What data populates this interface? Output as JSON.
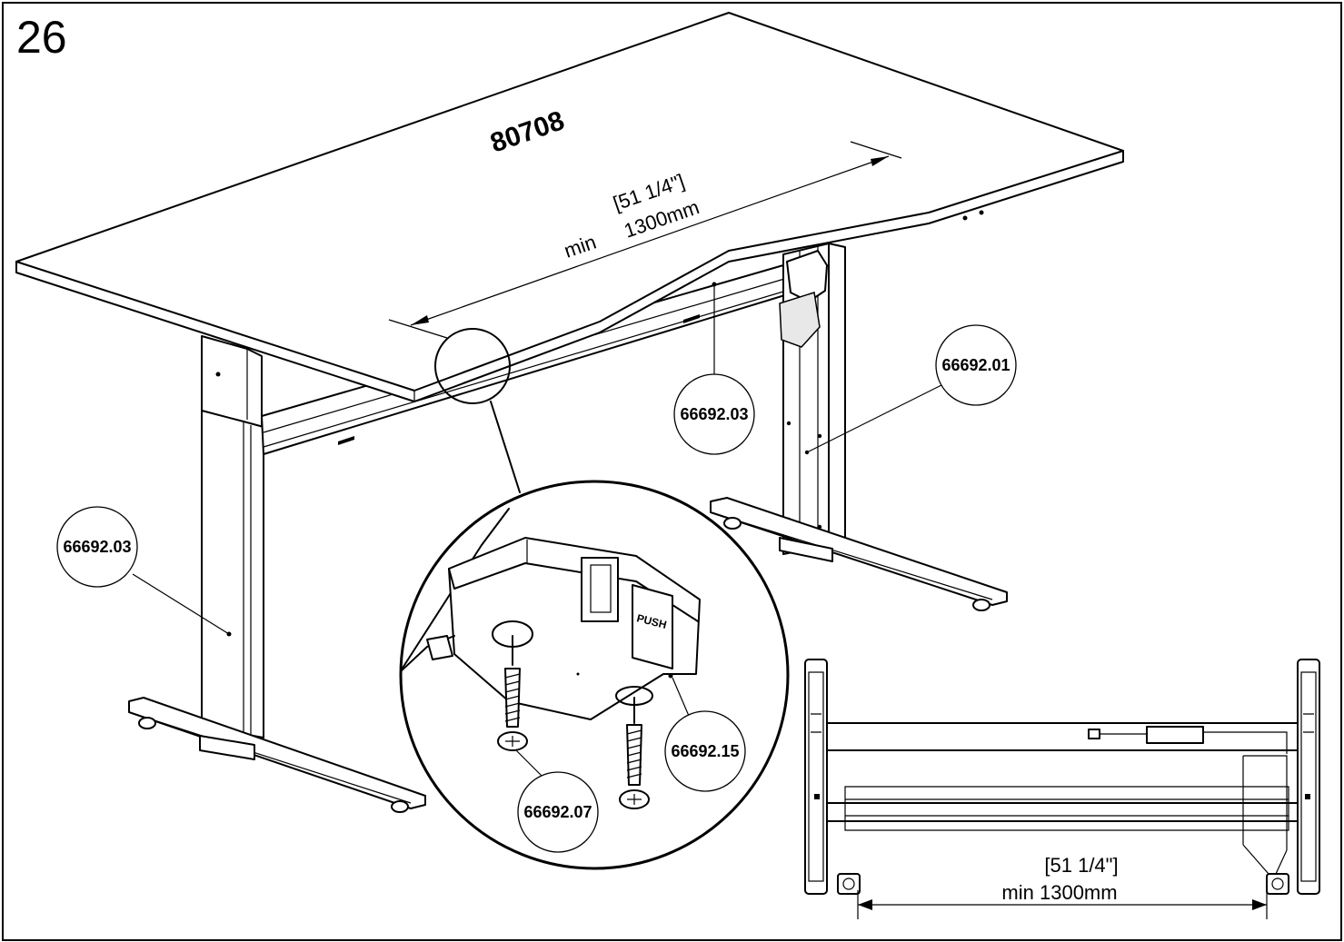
{
  "step_number": "26",
  "tabletop_part": "80708",
  "top_dimension": {
    "imperial": "[51 1/4\"]",
    "prefix": "min",
    "metric": "1300mm"
  },
  "bottom_dimension": {
    "imperial": "[51 1/4\"]",
    "metric": "min 1300mm"
  },
  "push_label": "PUSH",
  "callouts": {
    "leg_left": "66692.03",
    "crossbar": "66692.03",
    "leg_right": "66692.01",
    "control_box": "66692.15",
    "screw": "66692.07"
  }
}
